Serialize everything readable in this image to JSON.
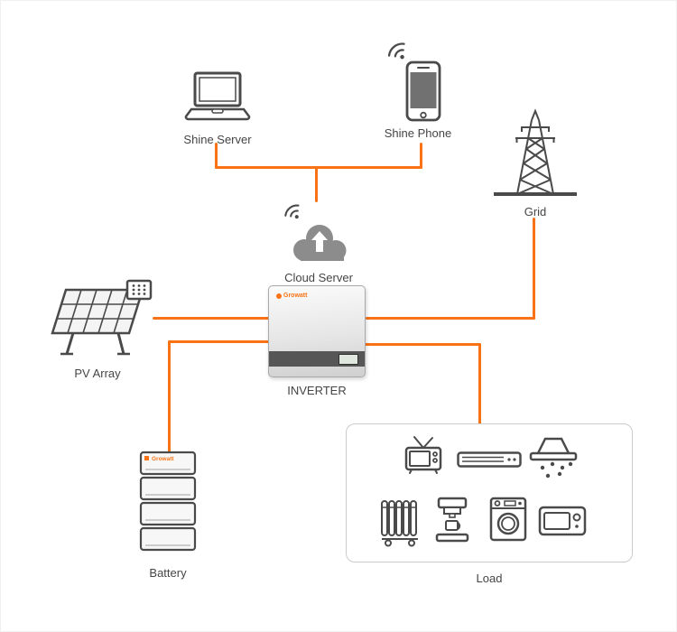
{
  "colors": {
    "accent_orange": "#F97316",
    "icon_gray": "#4a4a4a",
    "label_text": "#454545"
  },
  "nodes": {
    "shine_server": {
      "label": "Shine Server",
      "icon": "laptop-icon"
    },
    "shine_phone": {
      "label": "Shine Phone",
      "icon": "smartphone-icon"
    },
    "grid": {
      "label": "Grid",
      "icon": "transmission-tower-icon"
    },
    "cloud_server": {
      "label": "Cloud Server",
      "icon": "cloud-upload-icon"
    },
    "pv_array": {
      "label": "PV Array",
      "icon": "solar-panel-icon"
    },
    "inverter": {
      "label": "INVERTER",
      "brand": "Growatt",
      "icon": "inverter-device-icon"
    },
    "battery": {
      "label": "Battery",
      "brand": "Growatt",
      "icon": "battery-stack-icon"
    },
    "load": {
      "label": "Load",
      "appliances": [
        "tv",
        "soundbar",
        "range-hood",
        "radiator-heater",
        "coffee-machine",
        "washing-machine",
        "microwave"
      ]
    }
  }
}
